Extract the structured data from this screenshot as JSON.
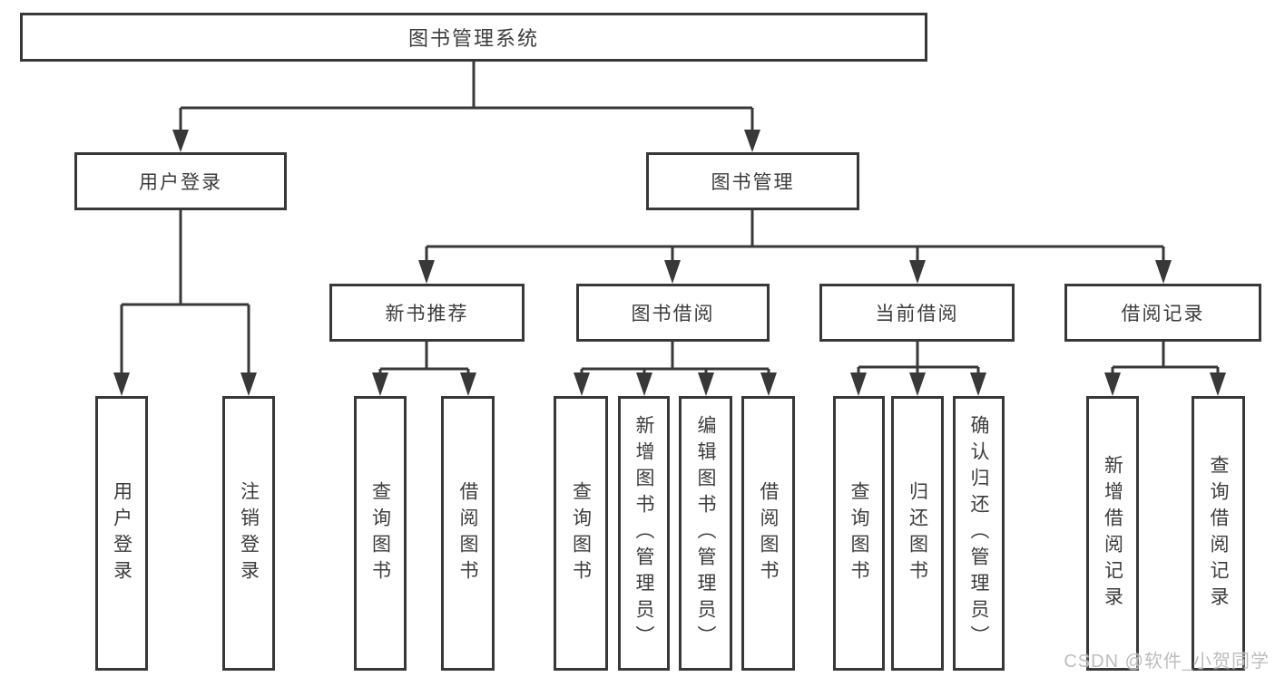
{
  "diagram_type": "hierarchy",
  "colors": {
    "line": "#383838",
    "box_border": "#383838",
    "box_fill": "#ffffff",
    "background": "#ffffff",
    "watermark": "#b9b9b9"
  },
  "tree": {
    "label": "图书管理系统",
    "children": [
      {
        "label": "用户登录",
        "children": [
          {
            "label": "用户登录"
          },
          {
            "label": "注销登录"
          }
        ]
      },
      {
        "label": "图书管理",
        "children": [
          {
            "label": "新书推荐",
            "children": [
              {
                "label": "查询图书"
              },
              {
                "label": "借阅图书"
              }
            ]
          },
          {
            "label": "图书借阅",
            "children": [
              {
                "label": "查询图书"
              },
              {
                "label": "新增图书（管理员）"
              },
              {
                "label": "编辑图书（管理员）"
              },
              {
                "label": "借阅图书"
              }
            ]
          },
          {
            "label": "当前借阅",
            "children": [
              {
                "label": "查询图书"
              },
              {
                "label": "归还图书"
              },
              {
                "label": "确认归还（管理员）"
              }
            ]
          },
          {
            "label": "借阅记录",
            "children": [
              {
                "label": "新增借阅记录"
              },
              {
                "label": "查询借阅记录"
              }
            ]
          }
        ]
      }
    ]
  },
  "watermark": {
    "text": "CSDN @软件_小贺同学"
  }
}
